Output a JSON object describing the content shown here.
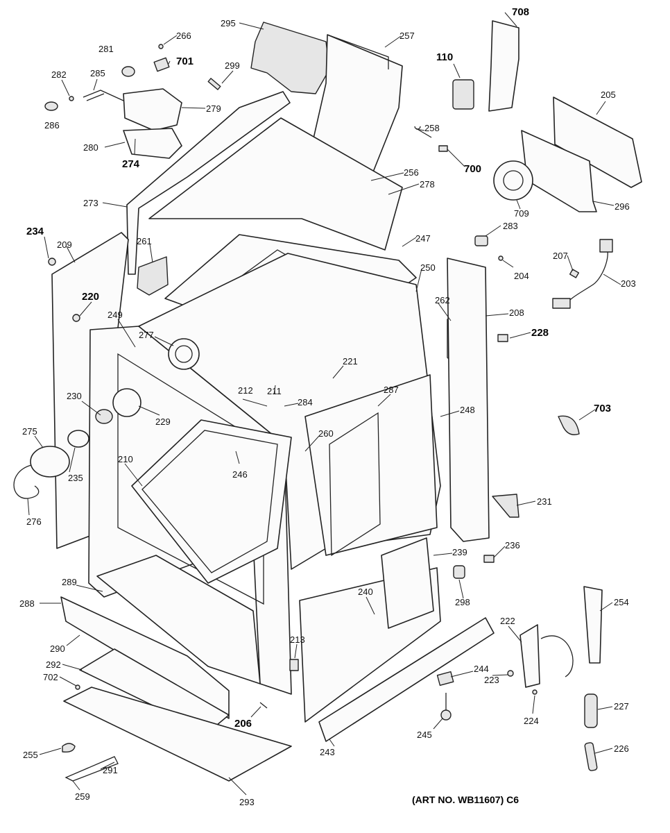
{
  "art_number": "(ART NO. WB11607) C6",
  "labels": [
    {
      "id": "l295",
      "text": "295",
      "bold": false
    },
    {
      "id": "l257",
      "text": "257",
      "bold": false
    },
    {
      "id": "l110",
      "text": "110",
      "bold": true
    },
    {
      "id": "l708",
      "text": "708",
      "bold": true
    },
    {
      "id": "l266",
      "text": "266",
      "bold": false
    },
    {
      "id": "l281",
      "text": "281",
      "bold": false
    },
    {
      "id": "l701",
      "text": "701",
      "bold": true
    },
    {
      "id": "l299",
      "text": "299",
      "bold": false
    },
    {
      "id": "l282",
      "text": "282",
      "bold": false
    },
    {
      "id": "l285",
      "text": "285",
      "bold": false
    },
    {
      "id": "l279",
      "text": "279",
      "bold": false
    },
    {
      "id": "l286",
      "text": "286",
      "bold": false
    },
    {
      "id": "l280",
      "text": "280",
      "bold": false
    },
    {
      "id": "l274",
      "text": "274",
      "bold": true
    },
    {
      "id": "l258",
      "text": "258",
      "bold": false
    },
    {
      "id": "l205",
      "text": "205",
      "bold": false
    },
    {
      "id": "l700",
      "text": "700",
      "bold": true
    },
    {
      "id": "l256",
      "text": "256",
      "bold": false
    },
    {
      "id": "l278",
      "text": "278",
      "bold": false
    },
    {
      "id": "l709",
      "text": "709",
      "bold": false
    },
    {
      "id": "l296",
      "text": "296",
      "bold": false
    },
    {
      "id": "l273",
      "text": "273",
      "bold": false
    },
    {
      "id": "l234",
      "text": "234",
      "bold": true
    },
    {
      "id": "l209",
      "text": "209",
      "bold": false
    },
    {
      "id": "l261",
      "text": "261",
      "bold": false
    },
    {
      "id": "l283",
      "text": "283",
      "bold": false
    },
    {
      "id": "l247",
      "text": "247",
      "bold": false
    },
    {
      "id": "l207",
      "text": "207",
      "bold": false
    },
    {
      "id": "l204",
      "text": "204",
      "bold": false
    },
    {
      "id": "l250",
      "text": "250",
      "bold": false
    },
    {
      "id": "l203",
      "text": "203",
      "bold": false
    },
    {
      "id": "l220",
      "text": "220",
      "bold": true
    },
    {
      "id": "l262",
      "text": "262",
      "bold": false
    },
    {
      "id": "l208",
      "text": "208",
      "bold": false
    },
    {
      "id": "l249",
      "text": "249",
      "bold": false
    },
    {
      "id": "l228",
      "text": "228",
      "bold": true
    },
    {
      "id": "l277",
      "text": "277",
      "bold": false
    },
    {
      "id": "l221",
      "text": "221",
      "bold": false
    },
    {
      "id": "l212",
      "text": "212",
      "bold": false
    },
    {
      "id": "l211",
      "text": "211",
      "bold": false
    },
    {
      "id": "l284",
      "text": "284",
      "bold": false
    },
    {
      "id": "l287",
      "text": "287",
      "bold": false
    },
    {
      "id": "l230",
      "text": "230",
      "bold": false
    },
    {
      "id": "l229",
      "text": "229",
      "bold": false
    },
    {
      "id": "l248",
      "text": "248",
      "bold": false
    },
    {
      "id": "l703",
      "text": "703",
      "bold": true
    },
    {
      "id": "l275",
      "text": "275",
      "bold": false
    },
    {
      "id": "l260",
      "text": "260",
      "bold": false
    },
    {
      "id": "l210",
      "text": "210",
      "bold": false
    },
    {
      "id": "l246",
      "text": "246",
      "bold": false
    },
    {
      "id": "l235",
      "text": "235",
      "bold": false
    },
    {
      "id": "l231",
      "text": "231",
      "bold": false
    },
    {
      "id": "l276",
      "text": "276",
      "bold": false
    },
    {
      "id": "l236",
      "text": "236",
      "bold": false
    },
    {
      "id": "l239",
      "text": "239",
      "bold": false
    },
    {
      "id": "l289",
      "text": "289",
      "bold": false
    },
    {
      "id": "l298",
      "text": "298",
      "bold": false
    },
    {
      "id": "l288",
      "text": "288",
      "bold": false
    },
    {
      "id": "l240",
      "text": "240",
      "bold": false
    },
    {
      "id": "l254",
      "text": "254",
      "bold": false
    },
    {
      "id": "l222",
      "text": "222",
      "bold": false
    },
    {
      "id": "l290",
      "text": "290",
      "bold": false
    },
    {
      "id": "l213",
      "text": "213",
      "bold": false
    },
    {
      "id": "l292",
      "text": "292",
      "bold": false
    },
    {
      "id": "l244",
      "text": "244",
      "bold": false
    },
    {
      "id": "l702",
      "text": "702",
      "bold": false
    },
    {
      "id": "l223",
      "text": "223",
      "bold": false
    },
    {
      "id": "l206",
      "text": "206",
      "bold": true
    },
    {
      "id": "l227",
      "text": "227",
      "bold": false
    },
    {
      "id": "l224",
      "text": "224",
      "bold": false
    },
    {
      "id": "l245",
      "text": "245",
      "bold": false
    },
    {
      "id": "l255",
      "text": "255",
      "bold": false
    },
    {
      "id": "l226",
      "text": "226",
      "bold": false
    },
    {
      "id": "l291",
      "text": "291",
      "bold": false
    },
    {
      "id": "l243",
      "text": "243",
      "bold": false
    },
    {
      "id": "l259",
      "text": "259",
      "bold": false
    },
    {
      "id": "l293",
      "text": "293",
      "bold": false
    }
  ]
}
